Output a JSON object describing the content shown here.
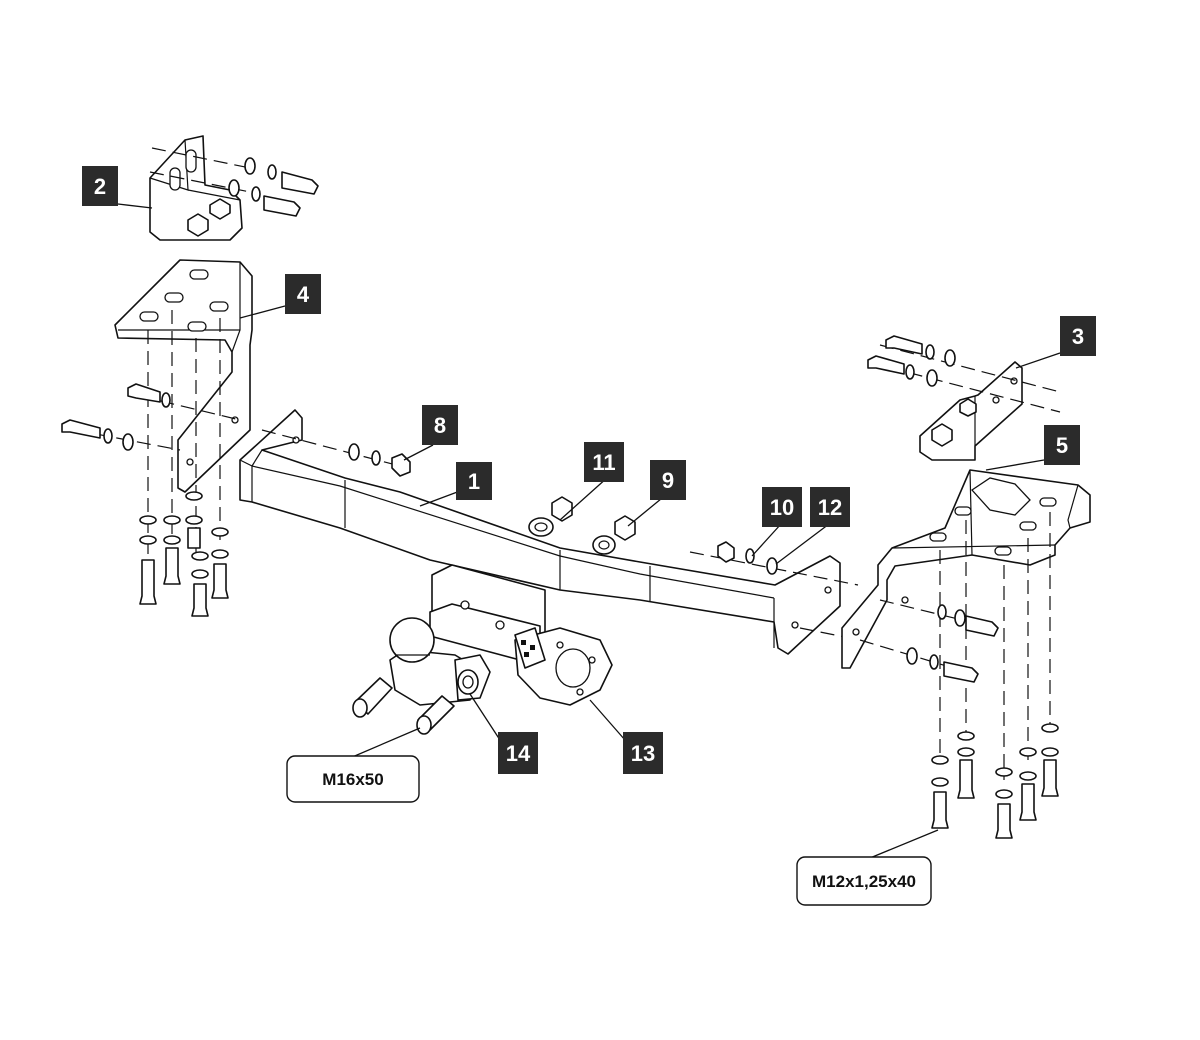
{
  "callouts": {
    "c1": "1",
    "c2": "2",
    "c3": "3",
    "c4": "4",
    "c5": "5",
    "c8": "8",
    "c9": "9",
    "c10": "10",
    "c11": "11",
    "c12": "12",
    "c13": "13",
    "c14": "14"
  },
  "specs": {
    "ball_bolt": "M16x50",
    "bracket_bolt": "M12x1,25x40"
  }
}
